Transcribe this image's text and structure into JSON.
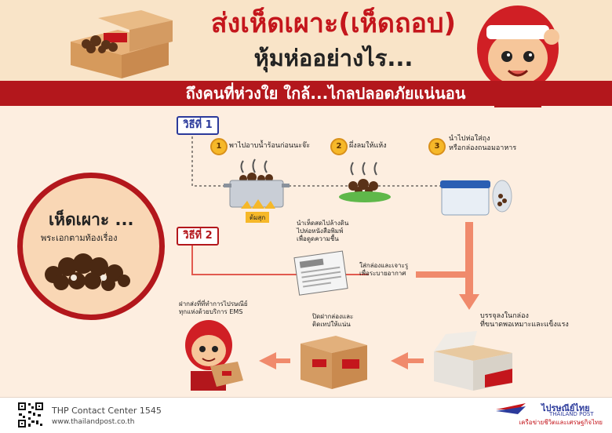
{
  "header": {
    "title_line1": "ส่งเห็ดเผาะ(เห็ดถอบ)",
    "title_line2": "หุ้มห่ออย่างไร...",
    "banner": "ถึงคนที่ห่วงใย ใกล้...ไกลปลอดภัยแน่นอน"
  },
  "circle": {
    "title": "เห็ดเผาะ ...",
    "subtitle": "พระเอกตามท้องเรื่อง"
  },
  "method1": {
    "tag": "วิธีที่ 1",
    "steps": [
      {
        "num": "1",
        "text": "พาไปอาบน้ำร้อนก่อนนะจ๊ะ"
      },
      {
        "num": "2",
        "text": "ผึ่งลมให้แห้ง"
      },
      {
        "num": "3",
        "text_line1": "นำไปห่อใส่ถุง",
        "text_line2": "หรือกล่องถนอมอาหาร"
      }
    ],
    "pot_label": "ต้มสุก"
  },
  "method2": {
    "tag": "วิธีที่ 2",
    "note_line1": "นำเห็ดสดไปล้างดิน",
    "note_line2": "ไปห่อหนังสือพิมพ์",
    "note_line3": "เพื่อดูดความชื้น",
    "box_note_line1": "ใส่กล่องและเจาะรู",
    "box_note_line2": "เพื่อระบายอากาศ"
  },
  "packing": {
    "box_text_line1": "บรรจุลงในกล่อง",
    "box_text_line2": "ที่ขนาดพอเหมาะและแข็งแรง",
    "seal_line1": "ปิดฝากล่องและ",
    "seal_line2": "ติดเทปให้แน่น",
    "send_line1": "ฝากส่งที่ที่ทำการไปรษณีย์",
    "send_line2": "ทุกแห่งด้วยบริการ  EMS"
  },
  "footer": {
    "contact": "THP Contact Center 1545",
    "website": "www.thailandpost.co.th",
    "brand_line1": "ไปรษณีย์ไทย",
    "brand_line2": "THAILAND POST",
    "brand_sub": "เครือข่ายชีวิตและเศรษฐกิจไทย"
  },
  "colors": {
    "red": "#b3171c",
    "blue": "#2b3a9b",
    "cream": "#f9e4c8",
    "bg": "#fdeee0"
  }
}
